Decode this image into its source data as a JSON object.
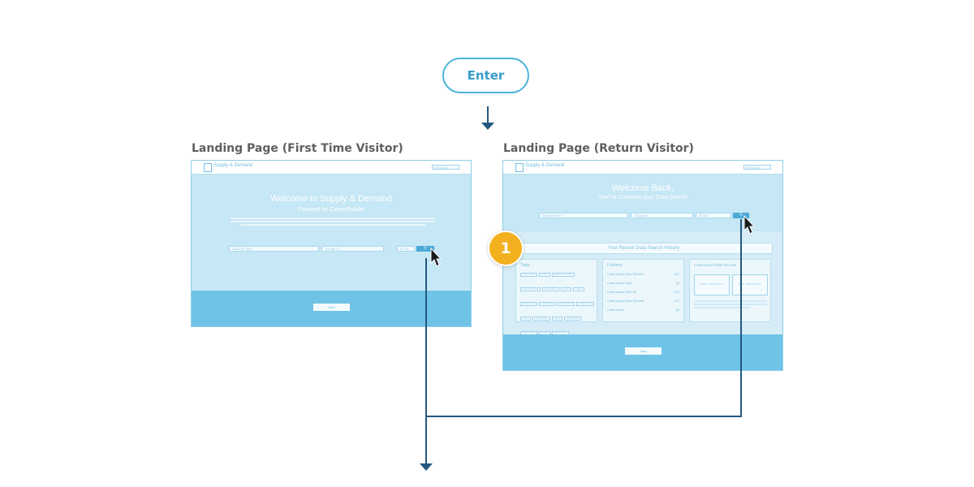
{
  "start_node": {
    "label": "Enter"
  },
  "frames": [
    {
      "title": "Landing Page (First Time Visitor)",
      "brand": "Supply & Demand",
      "user_menu": "Full Name",
      "hero_title": "Welcome to Supply & Demand",
      "hero_subtitle": "Powered by CareerBuilder",
      "search_fields": [
        "Skills/Job Titles",
        "Chicago, IL",
        "All Tab"
      ],
      "footer_button": "Start"
    },
    {
      "title": "Landing Page (Return Visitor)",
      "brand": "Supply & Demand",
      "user_menu": "Full Name",
      "hero_title": "Welcome Back,",
      "hero_subtitle": "Start or Continue your Data Search",
      "search_fields": [
        "Skills/Job Titles",
        "Chicago, IL",
        "All Tab"
      ],
      "history_title": "Your Recent Data Search History",
      "panels": {
        "tags_title": "Tags",
        "folders_title": "Folders",
        "preview_title": "Lorem Ipsum Dolor Sit Amet",
        "tags": [
          "Lorem Ipsum",
          "Lorem",
          "Lorem Ipsum Dolor",
          "Lorem Ipsum Sit",
          "Lorem Ipsum",
          "Lorem",
          "Lorem",
          "Lorem Ipsum",
          "Lorem Ipsum",
          "Lorem Ipsum",
          "Lorem Ipsum",
          "Lorem",
          "Lorem Ipsum",
          "Lorem",
          "Lorem Ipsum",
          "Lorem Ipsum",
          "Lorem",
          "Lorem Ipsum"
        ],
        "folders": [
          {
            "name": "Lorem Ipsum Dolor Sit Amet",
            "count": "(27)"
          },
          {
            "name": "Lorem Ipsum Dolor",
            "count": "(5)"
          },
          {
            "name": "Lorem Ipsum Dolor Sit",
            "count": "(19)"
          },
          {
            "name": "Lorem Ipsum Dolor Sit Amet",
            "count": "(17)"
          },
          {
            "name": "Lorem Ipsum",
            "count": "(6)"
          }
        ],
        "preview_labels": [
          "Main Visualization",
          "Main Visualization"
        ]
      },
      "footer_button": "Start"
    }
  ],
  "callouts": [
    {
      "number": "1"
    }
  ],
  "colors": {
    "arrow": "#23587f",
    "accent": "#4bb3d9",
    "badge": "#f2b01e"
  }
}
